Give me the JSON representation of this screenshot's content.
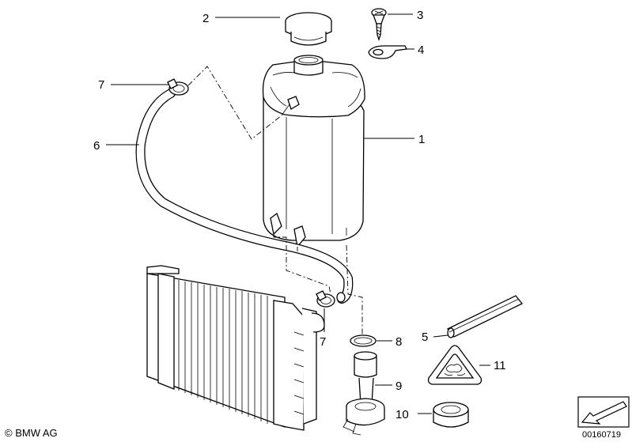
{
  "callouts": {
    "c1": "1",
    "c2": "2",
    "c3": "3",
    "c4": "4",
    "c5": "5",
    "c6": "6",
    "c7a": "7",
    "c7b": "7",
    "c8": "8",
    "c9": "9",
    "c10": "10",
    "c11": "11"
  },
  "footer": {
    "copyright": "© BMW AG",
    "doc_id": "00160719"
  }
}
